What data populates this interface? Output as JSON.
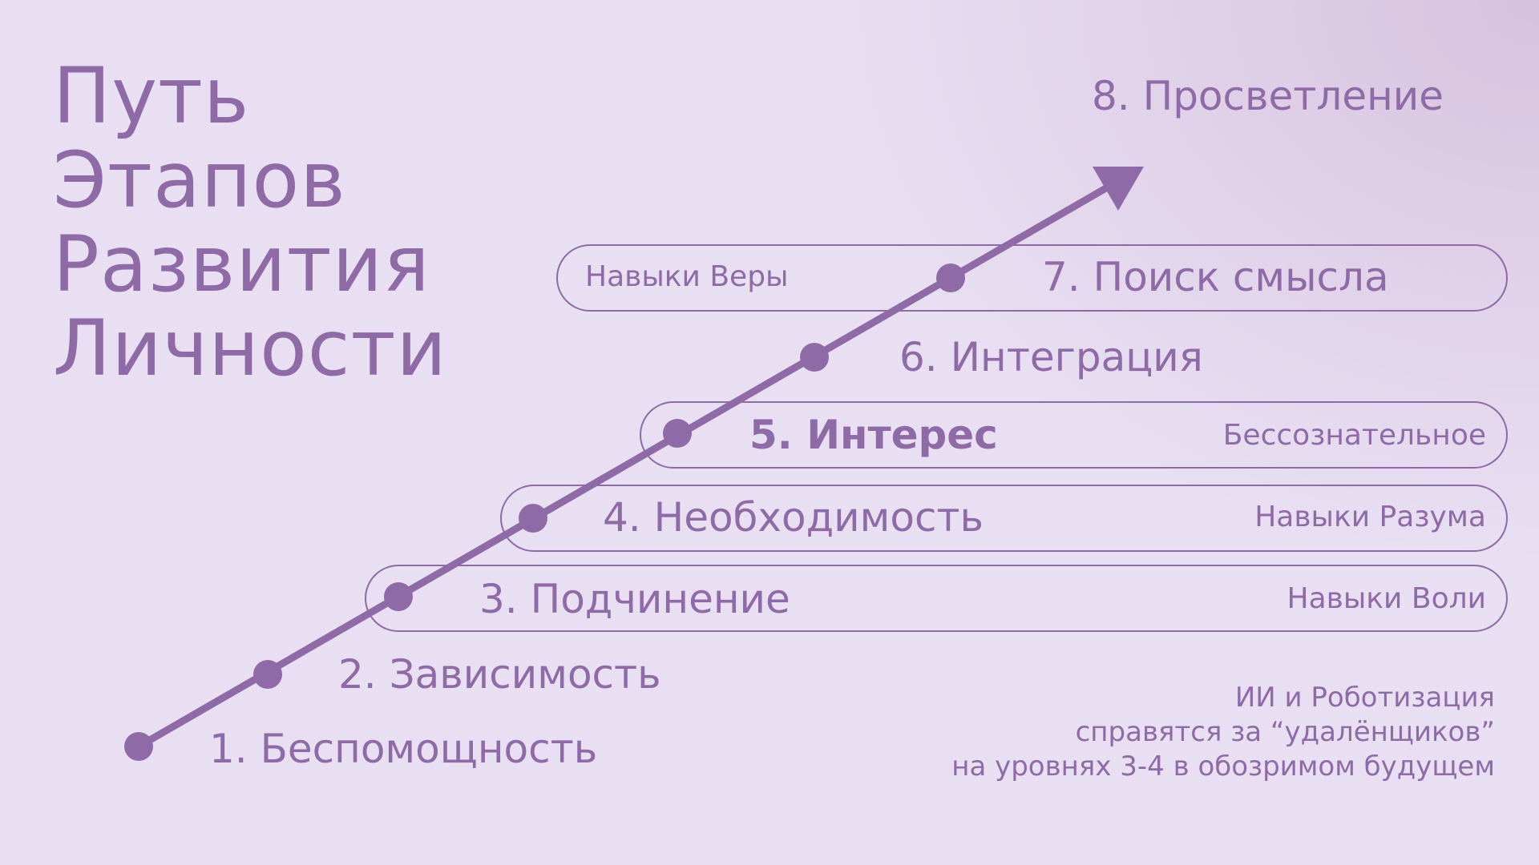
{
  "title": {
    "lines": [
      "Путь",
      "Этапов",
      "Развития",
      "Личности"
    ]
  },
  "stages": [
    {
      "number": 1,
      "label": "1. Беспомощность"
    },
    {
      "number": 2,
      "label": "2. Зависимость"
    },
    {
      "number": 3,
      "label": "3. Подчинение"
    },
    {
      "number": 4,
      "label": "4. Необходимость"
    },
    {
      "number": 5,
      "label": "5. Интерес"
    },
    {
      "number": 6,
      "label": "6. Интеграция"
    },
    {
      "number": 7,
      "label": "7. Поиск смысла"
    },
    {
      "number": 8,
      "label": "8. Просветление"
    }
  ],
  "skill_groups": [
    {
      "label": "Навыки Воли",
      "stage": 3
    },
    {
      "label": "Навыки Разума",
      "stage": 4
    },
    {
      "label": "Бессознательное",
      "stage": 5
    },
    {
      "label": "Навыки Веры",
      "stage": 7
    }
  ],
  "note": {
    "lines": [
      "ИИ и Роботизация",
      "справятся за “удалёнщиков”",
      "на уровнях 3-4 в обозримом будущем"
    ]
  },
  "colors": {
    "accent": "#8e6aa6",
    "background": "#e8dff2",
    "background_corner": "#d6c2df"
  }
}
